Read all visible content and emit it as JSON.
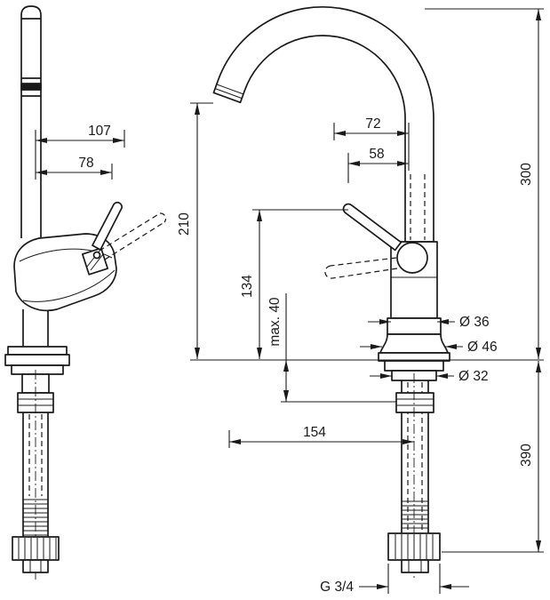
{
  "drawing": {
    "kind": "technical dimension drawing",
    "subject": "single-lever mixer tap shown in side view and front view",
    "colors": {
      "line": "#1a1a1a",
      "background": "#ffffff"
    }
  },
  "dims": {
    "d107": "107",
    "d78": "78",
    "d72": "72",
    "d58": "58",
    "d210": "210",
    "d134": "134",
    "max40": "max. 40",
    "dia36": "Ø 36",
    "dia46": "Ø 46",
    "dia32": "Ø 32",
    "d154": "154",
    "d300": "300",
    "d390": "390",
    "g34": "G 3/4"
  }
}
